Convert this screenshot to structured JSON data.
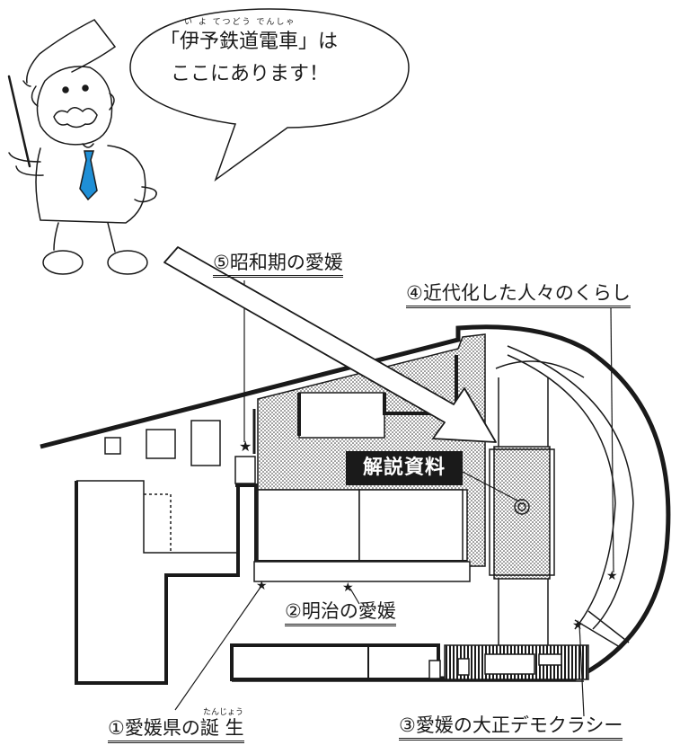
{
  "speech_bubble": {
    "ruby": "い よ てつどう でんしゃ",
    "line1": "「伊予鉄道電車」は",
    "line2": "ここにあります！"
  },
  "badge": {
    "label": "解説資料"
  },
  "sections": {
    "s1": {
      "label": "①愛媛県の誕 生",
      "ruby": "たんじょう"
    },
    "s2": {
      "label": "②明治の愛媛"
    },
    "s3": {
      "label": "③愛媛の大正デモクラシー"
    },
    "s4": {
      "label": "④近代化した人々のくらし"
    },
    "s5": {
      "label": "⑤昭和期の愛媛"
    }
  },
  "colors": {
    "ink": "#1a1a1a",
    "tie": "#1f8fd6",
    "badge_bg": "#1a1a1a",
    "badge_text": "#ffffff"
  },
  "icons": [
    "star-marker",
    "target-marker",
    "pointer-arrow"
  ]
}
